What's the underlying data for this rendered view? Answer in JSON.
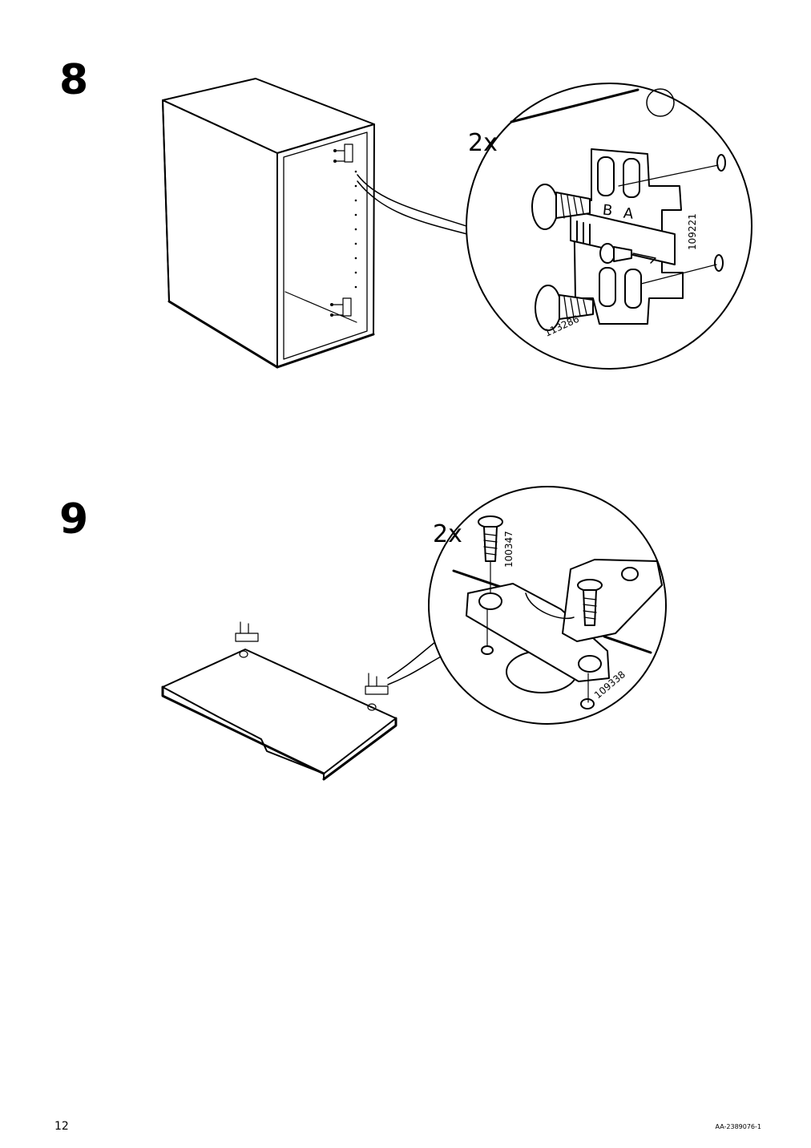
{
  "page": {
    "number": "12",
    "doc_code": "AA-2389076-1"
  },
  "steps": [
    {
      "number": "8",
      "quantity": "2x",
      "part_codes": {
        "screw": "113286",
        "plate": "109221"
      },
      "plate_letters": {
        "left": "B",
        "right": "A"
      }
    },
    {
      "number": "9",
      "quantity": "2x",
      "part_codes": {
        "screw": "100347",
        "hinge": "109338"
      }
    }
  ]
}
